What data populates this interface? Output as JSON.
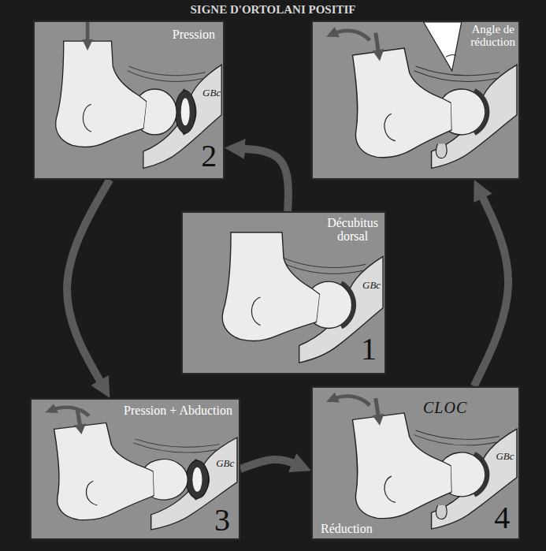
{
  "diagram": {
    "title": "SIGNE D'ORTOLANI POSITIF",
    "nodes": [
      {
        "text": [
          "Pression",
          "GBc",
          "2"
        ]
      },
      {
        "text": [
          "Angle de réduction"
        ]
      },
      {
        "text": [
          "Décubitus dorsal",
          "GBc",
          "1"
        ]
      },
      {
        "text": [
          "Pression + Abduction",
          "GBc",
          "3"
        ]
      },
      {
        "text": [
          "Réduction",
          "CLOC",
          "GBc",
          "4"
        ]
      }
    ],
    "edges": [
      {
        "from": 2,
        "to": 0,
        "arrow": "to"
      },
      {
        "from": 0,
        "to": 3,
        "arrow": "to"
      },
      {
        "from": 3,
        "to": 4,
        "arrow": "to"
      },
      {
        "from": 4,
        "to": 1,
        "arrow": "to"
      }
    ]
  }
}
